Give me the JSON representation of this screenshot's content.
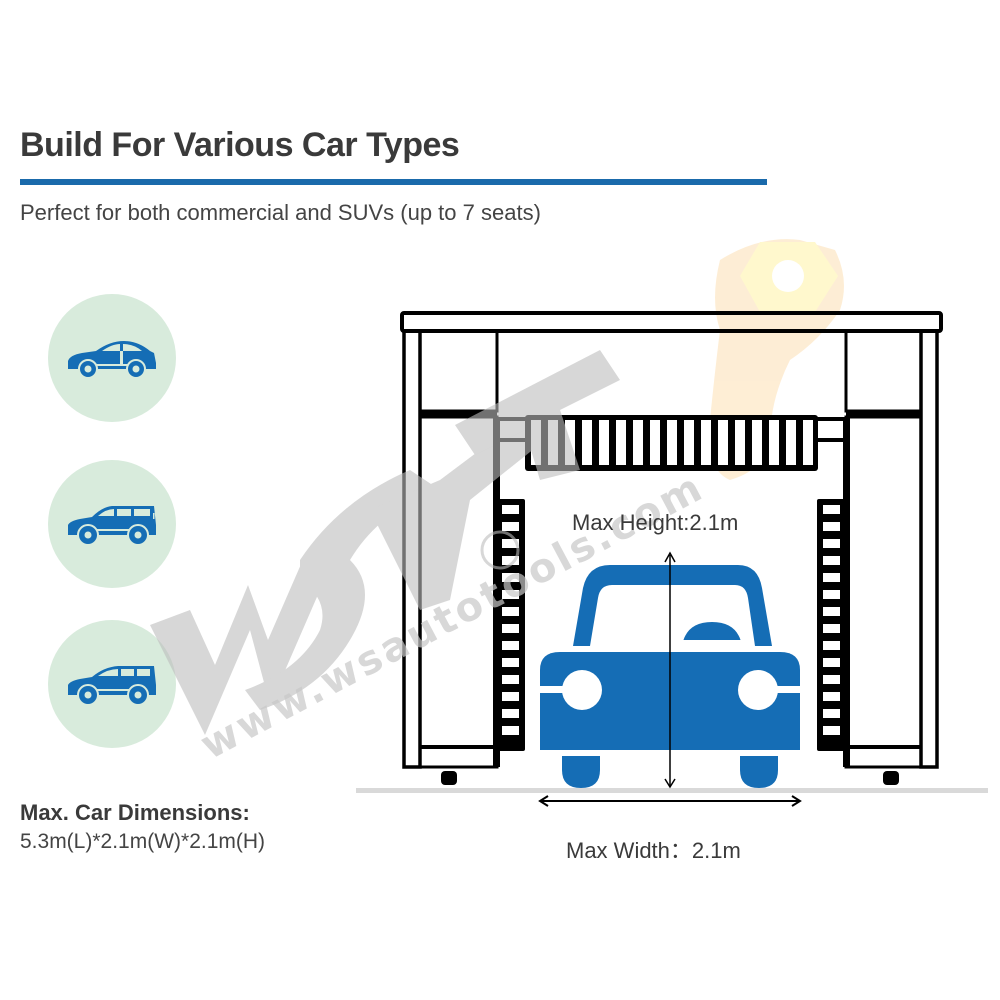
{
  "header": {
    "title": "Build For Various Car Types",
    "subtitle": "Perfect for both commercial and SUVs (up to 7 seats)"
  },
  "car_types": [
    {
      "icon": "sedan-icon",
      "label": "Sedan"
    },
    {
      "icon": "suv-icon",
      "label": "SUV"
    },
    {
      "icon": "mpv-icon",
      "label": "MPV"
    }
  ],
  "dimensions": {
    "label": "Max. Car Dimensions:",
    "value": "5.3m(L)*2.1m(W)*2.1m(H)"
  },
  "diagram": {
    "max_height_label": "Max Height:2.1m",
    "max_width_label": "Max Width：2.1m"
  },
  "watermark": {
    "brand": "WSAT",
    "url": "www.wsautotools.com"
  },
  "colors": {
    "accent": "#1a6aab",
    "car_blue": "#156db5",
    "badge_bg": "#d8ebdc",
    "ground": "#d9d9d9",
    "watermark_gray": "#c8c8c8",
    "logo_orange": "#fde9c8"
  }
}
